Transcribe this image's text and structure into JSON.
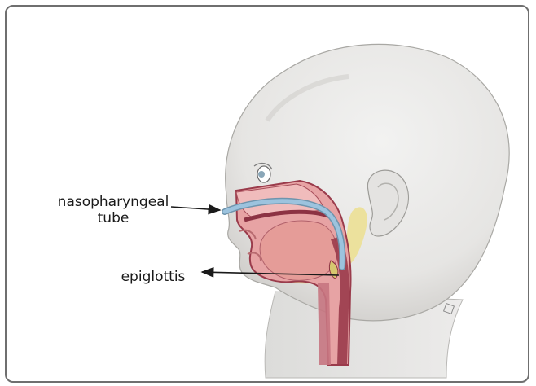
{
  "labels": {
    "nasopharyngeal_line1": "nasopharyngeal",
    "nasopharyngeal_line2": "tube",
    "epiglottis": "epiglottis"
  },
  "colors": {
    "frame": "#6f6f6f",
    "skin": "#e9e8e6",
    "skin_shadow": "#cfcfcf",
    "tube": "#9cc3de",
    "tissue_pink": "#e7a3a4",
    "tissue_dark": "#9a3b4b",
    "tongue": "#e59c98",
    "yellow": "#ecdf8f"
  }
}
